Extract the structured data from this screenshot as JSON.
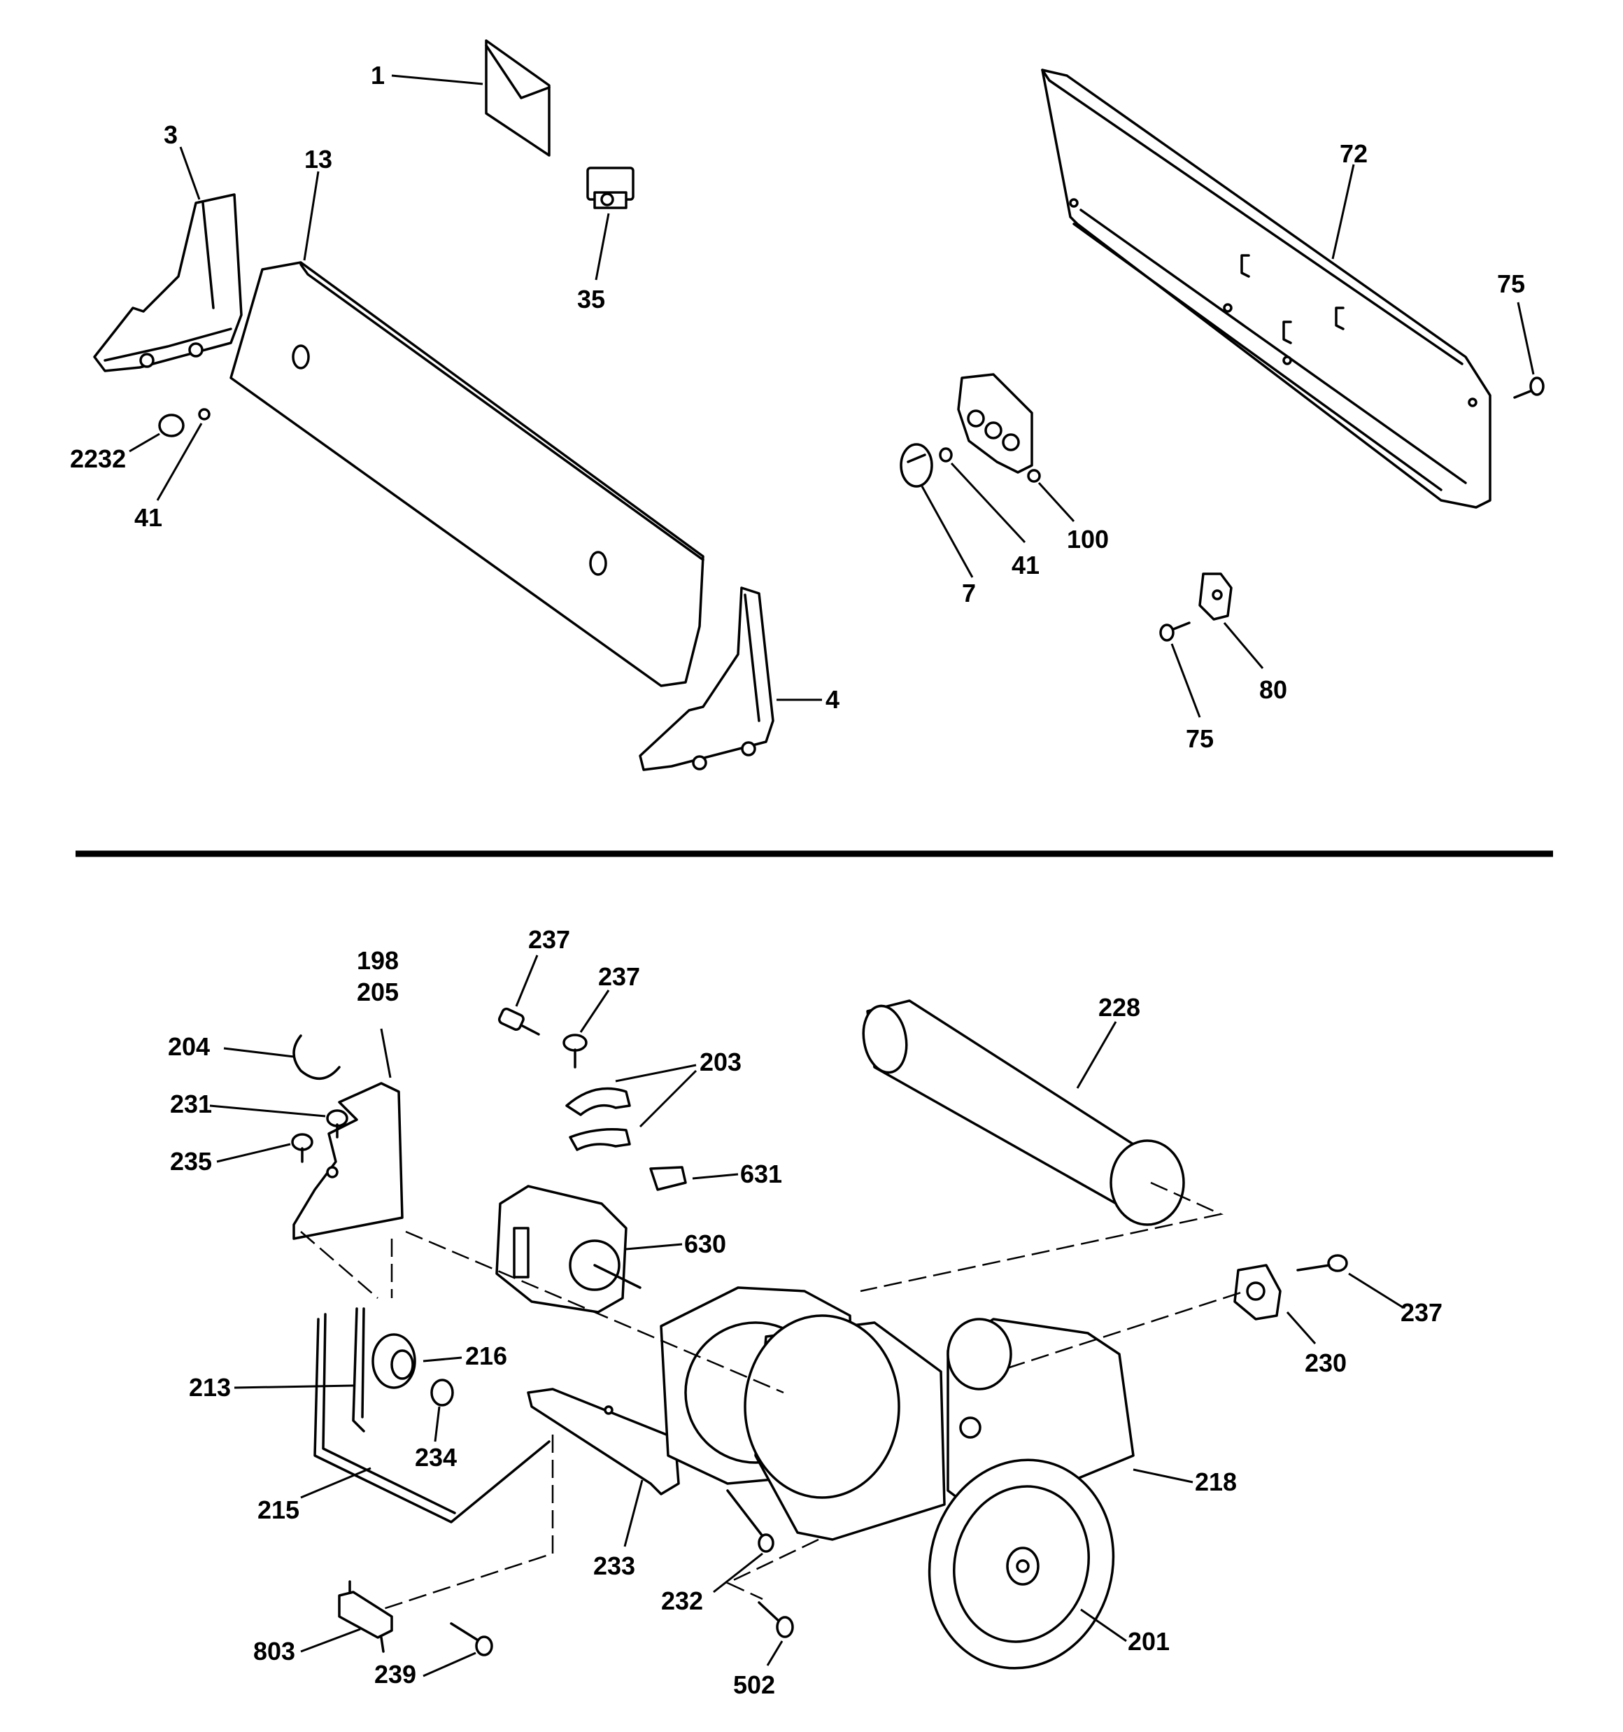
{
  "labels": {
    "l1": "1",
    "l3": "3",
    "l13": "13",
    "l35": "35",
    "l2232": "2232",
    "l41a": "41",
    "l4": "4",
    "l72": "72",
    "l75a": "75",
    "l100": "100",
    "l41b": "41",
    "l7": "7",
    "l80": "80",
    "l75b": "75",
    "l237a": "237",
    "l237b": "237",
    "l198": "198",
    "l205": "205",
    "l204": "204",
    "l203": "203",
    "l228": "228",
    "l231": "231",
    "l235": "235",
    "l631": "631",
    "l630": "630",
    "l237c": "237",
    "l230": "230",
    "l216": "216",
    "l213": "213",
    "l234": "234",
    "l218": "218",
    "l215": "215",
    "l233": "233",
    "l232": "232",
    "l803": "803",
    "l201": "201",
    "l239": "239",
    "l502": "502"
  }
}
